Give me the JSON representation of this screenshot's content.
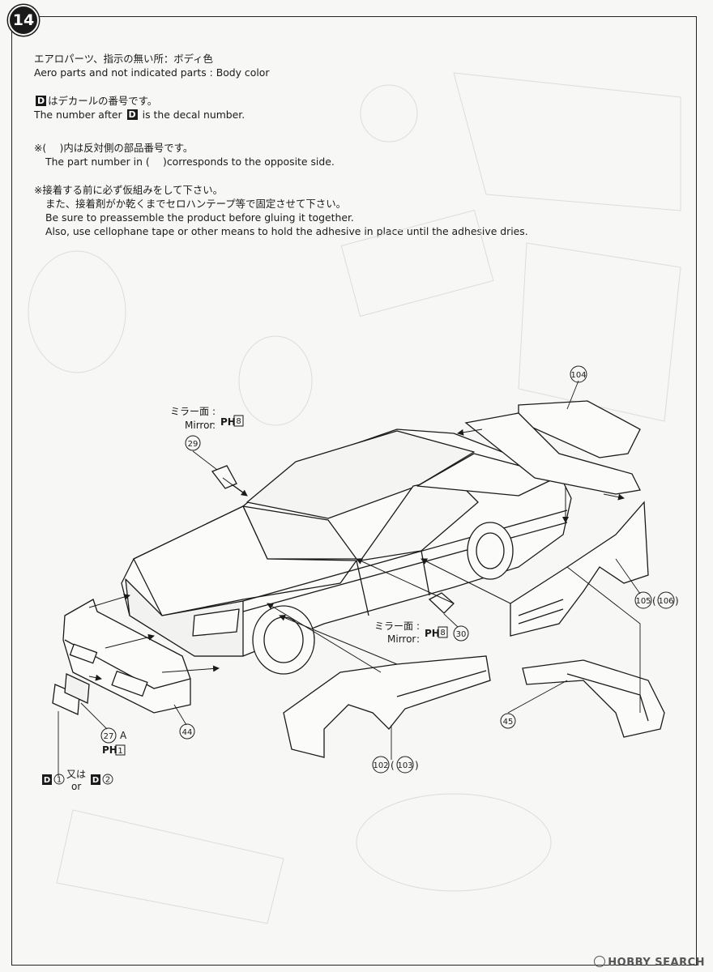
{
  "step": "14",
  "notes": {
    "aero_jp": "エアロパーツ、指示の無い所：ボディ色",
    "aero_en": "Aero parts and not indicated parts : Body color",
    "decal_jp_suffix": "はデカールの番号です。",
    "decal_en_prefix": "The number after",
    "decal_en_suffix": "is the decal number.",
    "decal_letter": "D",
    "opposite_jp": "※(　 )内は反対側の部品番号です。",
    "opposite_en": "The part number in (　 )corresponds to the opposite side.",
    "glue_jp_1": "※接着する前に必ず仮組みをして下さい。",
    "glue_jp_2": "また、接着剤がか乾くまでセロハンテープ等で固定させて下さい。",
    "glue_en_1": "Be sure to preassemble the product before gluing it together.",
    "glue_en_2": "Also, use cellophane tape or other means to hold the adhesive in place until the adhesive dries."
  },
  "labels": {
    "mirror_jp": "ミラー面",
    "mirror_en": "Mirror",
    "colon": ":",
    "ph": "PH",
    "ph_color_8": "8",
    "ph_color_1": "1",
    "part_29": "29",
    "part_30": "30",
    "part_104": "104",
    "part_105": "105",
    "part_106": "106",
    "part_102": "102",
    "part_103": "103",
    "part_44": "44",
    "part_45": "45",
    "part_27": "27",
    "part_27_suffix": "A",
    "decal_1": "1",
    "decal_2": "2",
    "or_jp": "又は",
    "or_en": "or"
  },
  "watermark": "HOBBY SEARCH"
}
